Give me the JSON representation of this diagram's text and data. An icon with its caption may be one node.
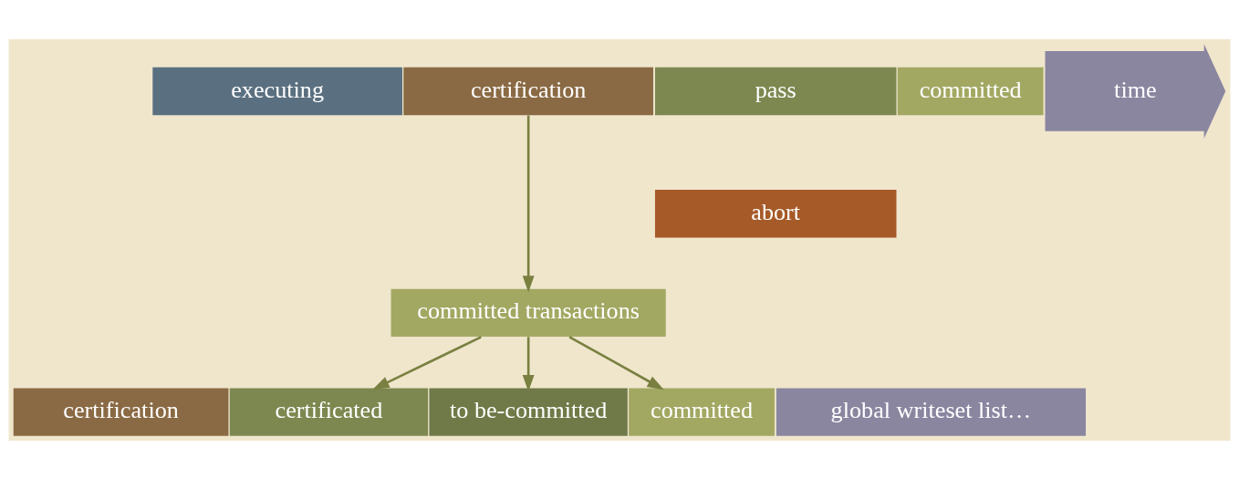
{
  "diagram": {
    "nodes": [
      {
        "text": [
          "executing"
        ]
      },
      {
        "text": [
          "certification"
        ]
      },
      {
        "text": [
          "pass"
        ]
      },
      {
        "text": [
          "committed"
        ]
      },
      {
        "text": [
          "time"
        ]
      },
      {
        "text": [
          "abort"
        ]
      },
      {
        "text": [
          "committed transactions"
        ]
      },
      {
        "text": [
          "certification"
        ]
      },
      {
        "text": [
          "certificated"
        ]
      },
      {
        "text": [
          "to be-committed"
        ]
      },
      {
        "text": [
          "committed"
        ]
      },
      {
        "text": [
          "global writeset list…"
        ]
      }
    ],
    "edges": [
      {
        "from": 1,
        "to": 6,
        "arrow": "to"
      },
      {
        "from": 6,
        "to": 8,
        "arrow": "to"
      },
      {
        "from": 6,
        "to": 9,
        "arrow": "to"
      },
      {
        "from": 6,
        "to": 10,
        "arrow": "to"
      }
    ]
  }
}
